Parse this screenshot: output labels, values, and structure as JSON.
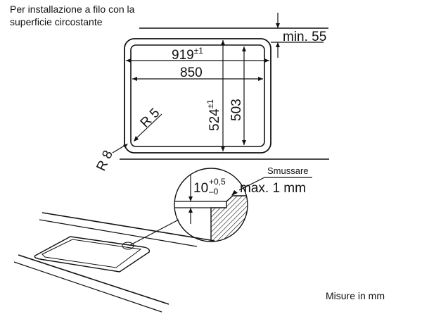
{
  "notes": {
    "installation": "Per installazione a filo con la superficie circostante",
    "units": "Misure in mm"
  },
  "dimensions": {
    "min_depth": "min. 55",
    "outer_width_value": "919",
    "outer_width_tol": "±1",
    "inner_width": "850",
    "outer_height_value": "524",
    "outer_height_tol": "±1",
    "inner_height": "503",
    "inner_radius": "R 5",
    "outer_radius": "R 8"
  },
  "detail": {
    "label": "Smussare",
    "step_value": "10",
    "step_tol_plus": "+0,5",
    "step_tol_minus": "–0",
    "chamfer": "max. 1 mm"
  }
}
